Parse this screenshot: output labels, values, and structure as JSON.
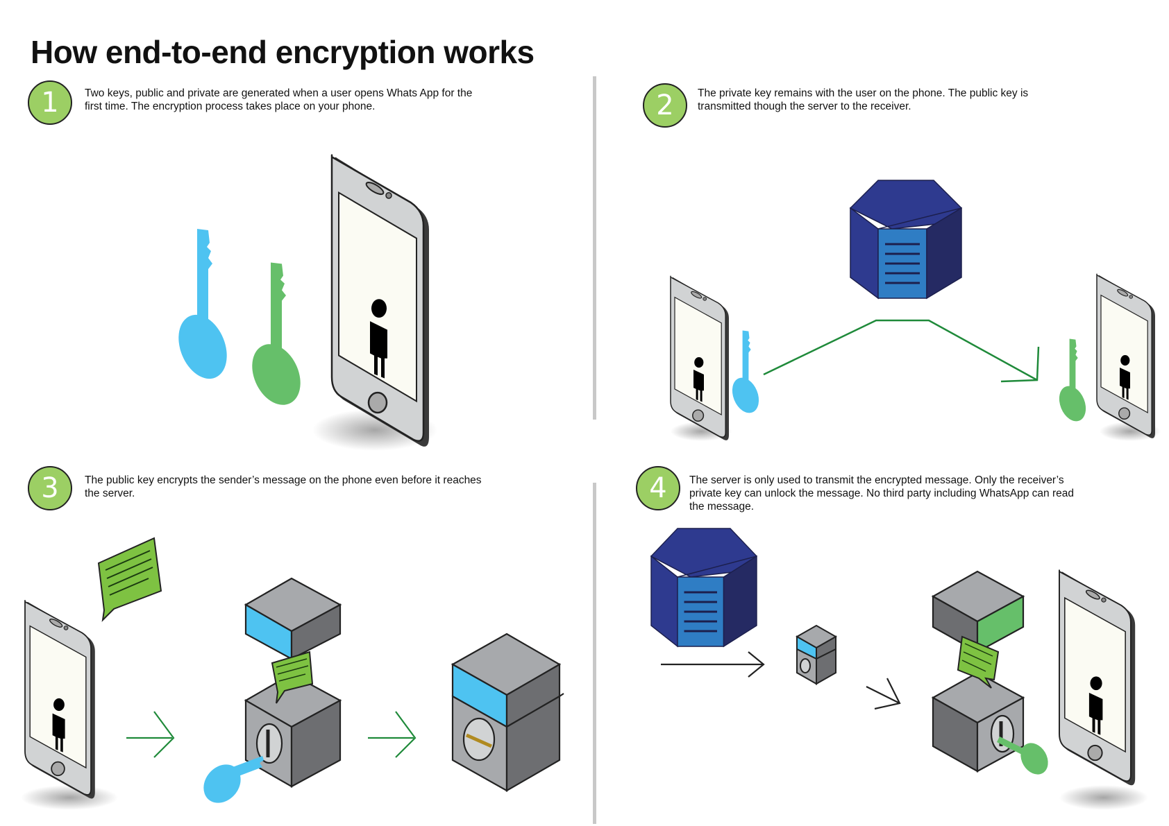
{
  "title": "How end-to-end encryption works",
  "steps": [
    {
      "number": "1",
      "text": "Two keys, public and private are generated when a user opens Whats App for the first time. The encryption process takes place on your phone."
    },
    {
      "number": "2",
      "text": "The private key remains with the user on the phone. The public key is transmitted though the server to the receiver."
    },
    {
      "number": "3",
      "text": "The public key encrypts the sender’s message on the phone even before it reaches the server."
    },
    {
      "number": "4",
      "text": "The server is only used to transmit the encrypted message. Only the receiver’s private key can unlock the message. No third party including WhatsApp can read the message."
    }
  ],
  "colors": {
    "badge": "#9ccf64",
    "public_key": "#4ec3f1",
    "private_key": "#66bf6a",
    "server_top": "#2e3a8f",
    "server_side": "#252a63",
    "server_panel": "#2f7dc4",
    "lockbox_grey": "#6d6e71",
    "lockbox_light": "#a7a9ac",
    "message_bubble": "#7ec242",
    "arrow": "#1f8a3a"
  },
  "icons": [
    "smartphone-icon",
    "public-key-icon",
    "private-key-icon",
    "server-icon",
    "lockbox-icon",
    "message-bubble-icon",
    "arrow-icon",
    "person-icon"
  ]
}
